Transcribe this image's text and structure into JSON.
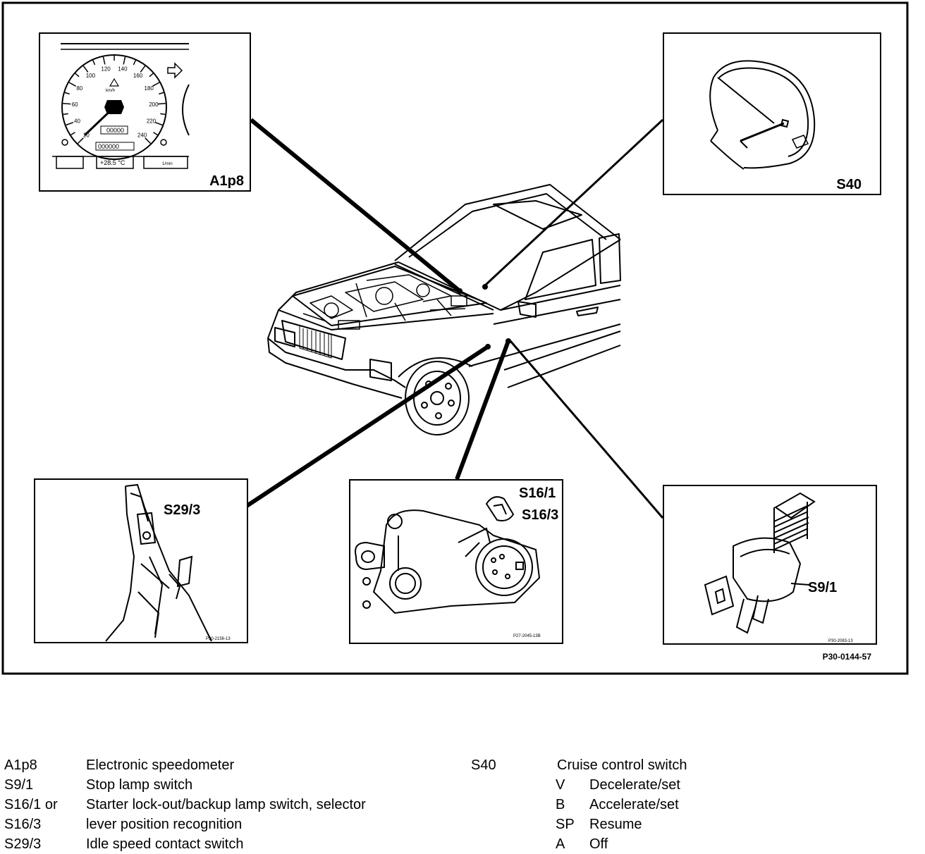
{
  "callouts": {
    "a1p8": "A1p8",
    "s40": "S40",
    "s29_3": "S29/3",
    "s16_1": "S16/1",
    "s16_3": "S16/3",
    "s9_1": "S9/1"
  },
  "figure_ref": "P30-0144-57",
  "panel_refs": {
    "s29_3": "P30-2156-13",
    "s16": "P27-2045-13B",
    "s9_1": "P30-2083-13"
  },
  "speedometer": {
    "scale": [
      "20",
      "40",
      "60",
      "80",
      "100",
      "120",
      "140",
      "160",
      "180",
      "200",
      "220",
      "240"
    ],
    "unit": "km/h",
    "odometer": "000000",
    "trip": "00000",
    "temp": "+28.5 °C",
    "rpm_label": "1/min"
  },
  "legend": {
    "left": [
      {
        "code": "A1p8",
        "desc": "Electronic speedometer"
      },
      {
        "code": "S9/1",
        "desc": "Stop lamp switch"
      },
      {
        "code": "S16/1 or",
        "desc": "Starter lock-out/backup lamp switch, selector"
      },
      {
        "code": "S16/3",
        "desc": "lever position recognition"
      },
      {
        "code": "S29/3",
        "desc": "Idle speed contact switch"
      }
    ],
    "right_header": {
      "code": "S40",
      "desc": "Cruise control switch"
    },
    "right": [
      {
        "code": "V",
        "desc": "Decelerate/set"
      },
      {
        "code": "B",
        "desc": "Accelerate/set"
      },
      {
        "code": "SP",
        "desc": "Resume"
      },
      {
        "code": "A",
        "desc": "Off"
      }
    ]
  }
}
